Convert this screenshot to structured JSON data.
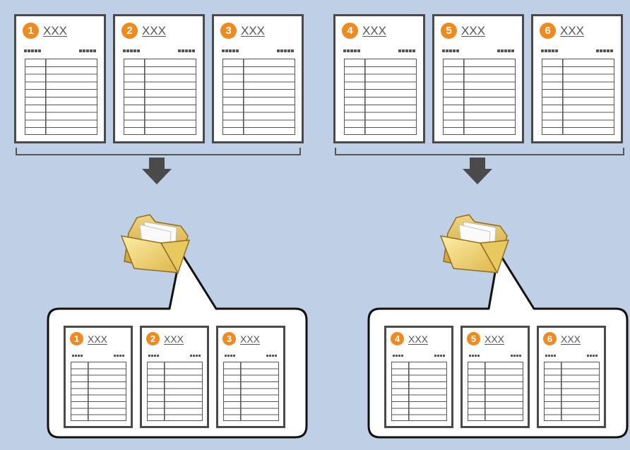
{
  "colors": {
    "background": "#bfcfe6",
    "badge": "#ee8a1e",
    "line": "#4a4a4a",
    "folder": "#f2dc8a"
  },
  "groups": [
    {
      "source_documents": [
        {
          "number": "1",
          "title": "XXX"
        },
        {
          "number": "2",
          "title": "XXX"
        },
        {
          "number": "3",
          "title": "XXX"
        }
      ],
      "arrow_icon": "down-arrow-icon",
      "folder_icon": "folder-icon",
      "folder_documents": [
        {
          "number": "1",
          "title": "XXX"
        },
        {
          "number": "2",
          "title": "XXX"
        },
        {
          "number": "3",
          "title": "XXX"
        }
      ]
    },
    {
      "source_documents": [
        {
          "number": "4",
          "title": "XXX"
        },
        {
          "number": "5",
          "title": "XXX"
        },
        {
          "number": "6",
          "title": "XXX"
        }
      ],
      "arrow_icon": "down-arrow-icon",
      "folder_icon": "folder-icon",
      "folder_documents": [
        {
          "number": "4",
          "title": "XXX"
        },
        {
          "number": "5",
          "title": "XXX"
        },
        {
          "number": "6",
          "title": "XXX"
        }
      ]
    }
  ]
}
